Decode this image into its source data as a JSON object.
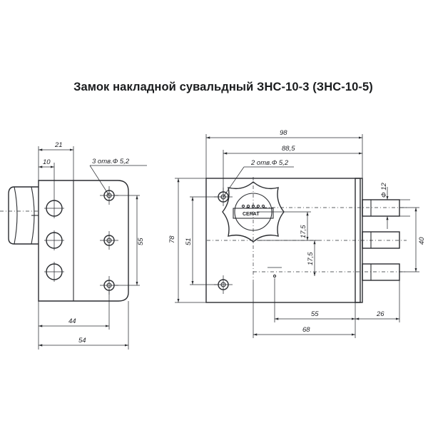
{
  "title": "Замок накладной сувальдный ЗНС-10-3 (ЗНС-10-5)",
  "side_view": {
    "dims": {
      "d21": "21",
      "d10": "10",
      "d55": "55",
      "d44": "44",
      "d54": "54"
    },
    "holes_note": "3 отв.Ф 5,2"
  },
  "front_view": {
    "dims": {
      "d98": "98",
      "d88_5": "88,5",
      "d78": "78",
      "d51": "51",
      "d17_5_top": "17,5",
      "d17_5_bottom": "17,5",
      "d55": "55",
      "d26": "26",
      "d68": "68",
      "d12": "Ф 12",
      "d40": "40"
    },
    "holes_note": "2 отв.Ф 5,2",
    "cylinder_logo": "CERAT"
  },
  "colors": {
    "ink": "#2a2c30",
    "paper": "#ffffff"
  }
}
